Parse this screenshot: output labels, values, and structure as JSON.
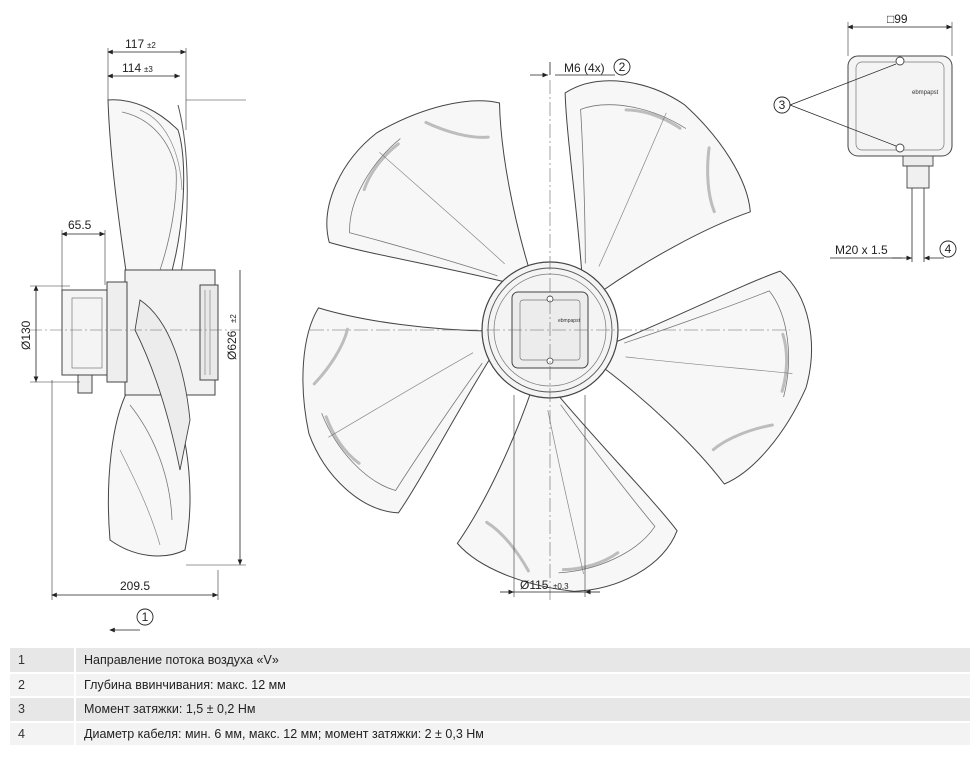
{
  "dimensions": {
    "d117": "117",
    "d117_tol": "±2",
    "d114": "114",
    "d114_tol": "±3",
    "d65_5": "65.5",
    "d130": "Ø130",
    "d626": "Ø626",
    "d626_tol": "±2",
    "d209_5": "209.5",
    "m6": "M6 (4x)",
    "d115": "Ø115",
    "d115_tol": "±0.3",
    "box99": "□99",
    "m20": "M20 x 1.5"
  },
  "callouts": [
    "1",
    "2",
    "3",
    "4"
  ],
  "brand": "ebmpapst",
  "notes": [
    {
      "num": "1",
      "text": "Направление потока воздуха «V»"
    },
    {
      "num": "2",
      "text": "Глубина ввинчивания: макс. 12 мм"
    },
    {
      "num": "3",
      "text": "Момент затяжки: 1,5 ± 0,2 Нм"
    },
    {
      "num": "4",
      "text": "Диаметр кабеля: мин. 6 мм, макс. 12 мм; момент затяжки: 2 ± 0,3 Нм"
    }
  ]
}
